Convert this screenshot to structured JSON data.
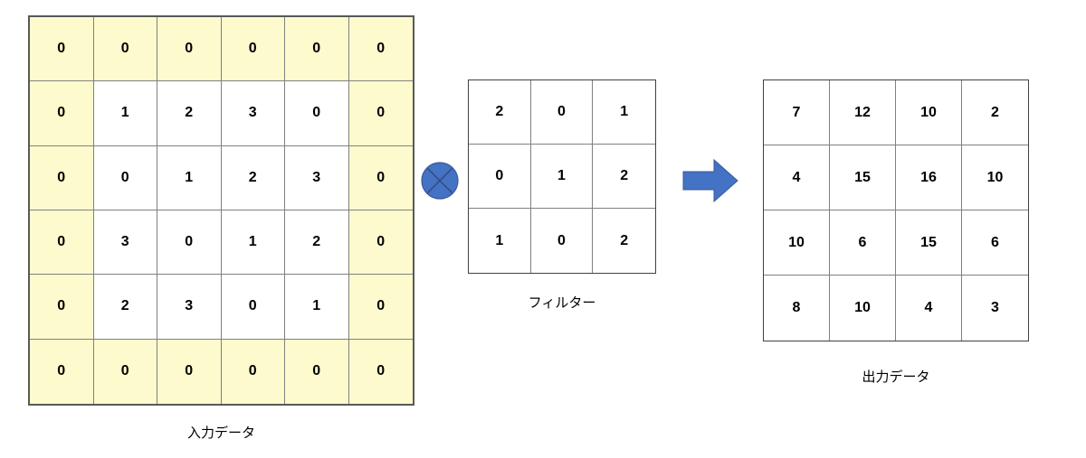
{
  "diagram": {
    "title": "convolution-operation",
    "colors": {
      "padding_cell": "#fdfbcd",
      "cell_background": "#ffffff",
      "grid_line": "#808080",
      "grid_border": "#595959",
      "accent_blue": "#4472c4",
      "operator_outline": "#3a5a96",
      "text": "#000000"
    }
  },
  "input": {
    "caption": "入力データ",
    "rows": 6,
    "cols": 6,
    "values": [
      [
        "0",
        "0",
        "0",
        "0",
        "0",
        "0"
      ],
      [
        "0",
        "1",
        "2",
        "3",
        "0",
        "0"
      ],
      [
        "0",
        "0",
        "1",
        "2",
        "3",
        "0"
      ],
      [
        "0",
        "3",
        "0",
        "1",
        "2",
        "0"
      ],
      [
        "0",
        "2",
        "3",
        "0",
        "1",
        "0"
      ],
      [
        "0",
        "0",
        "0",
        "0",
        "0",
        "0"
      ]
    ],
    "padding_mask": [
      [
        true,
        true,
        true,
        true,
        true,
        true
      ],
      [
        true,
        false,
        false,
        false,
        false,
        true
      ],
      [
        true,
        false,
        false,
        false,
        false,
        true
      ],
      [
        true,
        false,
        false,
        false,
        false,
        true
      ],
      [
        true,
        false,
        false,
        false,
        false,
        true
      ],
      [
        true,
        true,
        true,
        true,
        true,
        true
      ]
    ]
  },
  "operator": {
    "name": "convolution-operator",
    "symbol": "⊗"
  },
  "filter": {
    "caption": "フィルター",
    "rows": 3,
    "cols": 3,
    "values": [
      [
        "2",
        "0",
        "1"
      ],
      [
        "0",
        "1",
        "2"
      ],
      [
        "1",
        "0",
        "2"
      ]
    ]
  },
  "arrow": {
    "name": "result-arrow",
    "direction": "right"
  },
  "output": {
    "caption": "出力データ",
    "rows": 4,
    "cols": 4,
    "values": [
      [
        "7",
        "12",
        "10",
        "2"
      ],
      [
        "4",
        "15",
        "16",
        "10"
      ],
      [
        "10",
        "6",
        "15",
        "6"
      ],
      [
        "8",
        "10",
        "4",
        "3"
      ]
    ]
  }
}
